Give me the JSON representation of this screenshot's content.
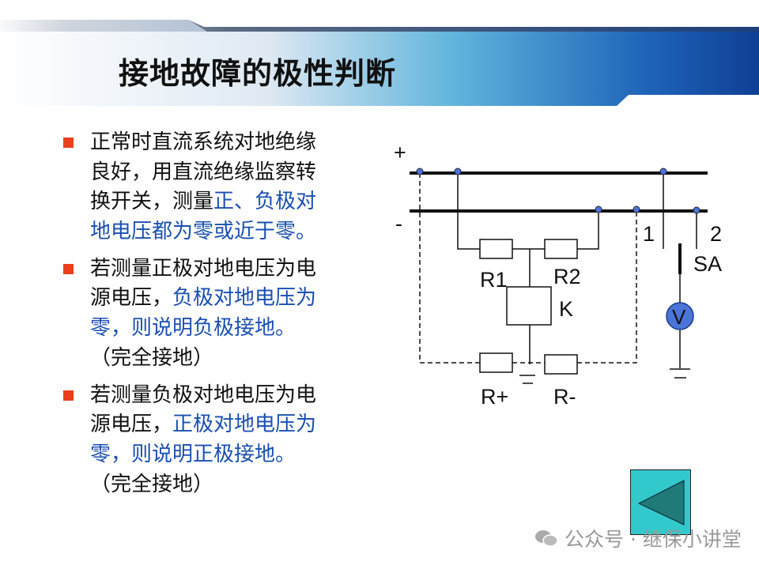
{
  "slide": {
    "title": "接地故障的极性判断",
    "bullets": [
      {
        "lines": [
          [
            {
              "t": "正常时直流系统对地绝缘",
              "c": "black"
            }
          ],
          [
            {
              "t": "良好，用直流绝缘监察转",
              "c": "black"
            }
          ],
          [
            {
              "t": "换开关，测量",
              "c": "black"
            },
            {
              "t": "正、负极对",
              "c": "blue"
            }
          ],
          [
            {
              "t": "地电压都为零或近于零。",
              "c": "blue"
            }
          ]
        ]
      },
      {
        "lines": [
          [
            {
              "t": "若测量正极对地电压为电",
              "c": "black"
            }
          ],
          [
            {
              "t": "源电压，",
              "c": "black"
            },
            {
              "t": "负极对地电压为",
              "c": "blue"
            }
          ],
          [
            {
              "t": "零，则说明负极接地。",
              "c": "blue"
            }
          ],
          [
            {
              "t": "（完全接地）",
              "c": "black"
            }
          ]
        ]
      },
      {
        "lines": [
          [
            {
              "t": "若测量负极对地电压为电",
              "c": "black"
            }
          ],
          [
            {
              "t": "源电压，",
              "c": "black"
            },
            {
              "t": "正极对地电压为",
              "c": "blue"
            }
          ],
          [
            {
              "t": "零，则说明正极接地。",
              "c": "blue"
            }
          ],
          [
            {
              "t": "（完全接地）",
              "c": "black"
            }
          ]
        ]
      }
    ]
  },
  "diagram": {
    "plus": "+",
    "minus": "-",
    "pos1": "1",
    "pos2": "2",
    "switch": "SA",
    "r1": "R1",
    "r2": "R2",
    "relay": "K",
    "rplus": "R+",
    "rminus": "R-",
    "meter": "V"
  },
  "nav": {
    "back_icon": "triangle-left-icon"
  },
  "watermark": {
    "text": "公众号 · 继保小讲堂"
  },
  "colors": {
    "bullet": "#e8401c",
    "highlight": "#1a4fb0",
    "nav": "#33c9cc",
    "meter": "#4a74d8"
  }
}
